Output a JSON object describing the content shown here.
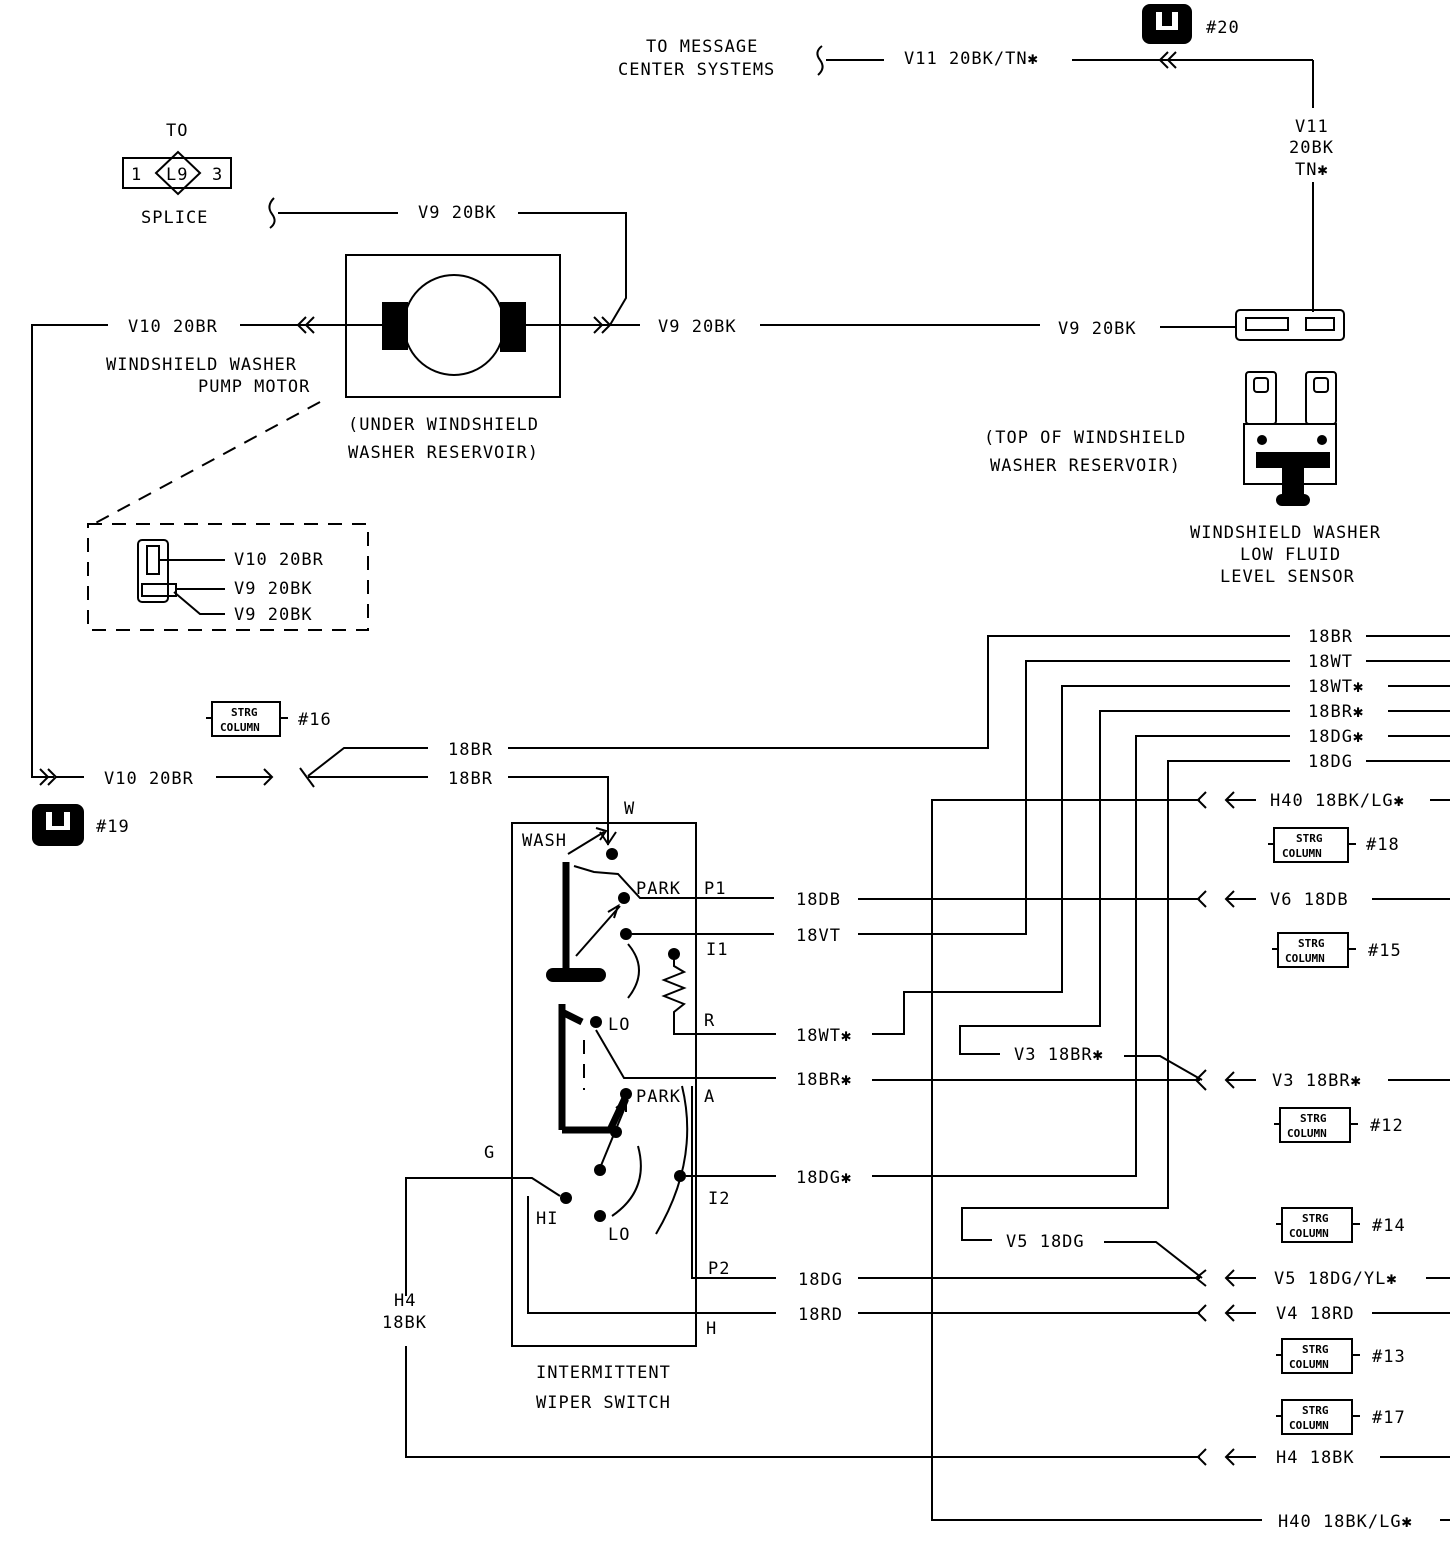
{
  "labels": {
    "to_message": "TO MESSAGE",
    "center_systems": "CENTER SYSTEMS",
    "v11_top": "V11 20BK/TN✱",
    "ref20": "#20",
    "v11_a": "V11",
    "v11_b": "20BK",
    "v11_c": "TN✱",
    "to": "TO",
    "splice_left": "1",
    "splice_mid": "L9",
    "splice_right": "3",
    "splice": "SPLICE",
    "v9_top": "V9 20BK",
    "v10_left": "V10 20BR",
    "v9_mid": "V9 20BK",
    "v9_right": "V9 20BK",
    "pump_1": "WINDSHIELD WASHER",
    "pump_2": "PUMP MOTOR",
    "under_1": "(UNDER WINDSHIELD",
    "under_2": "WASHER RESERVOIR)",
    "top_1": "(TOP OF WINDSHIELD",
    "top_2": "WASHER RESERVOIR)",
    "sensor_1": "WINDSHIELD WASHER",
    "sensor_2": "LOW FLUID",
    "sensor_3": "LEVEL SENSOR",
    "conn_v10": "V10 20BR",
    "conn_v9a": "V9 20BK",
    "conn_v9b": "V9 20BK",
    "strg": "STRG",
    "column": "COLUMN",
    "ref16": "#16",
    "ref19": "#19",
    "ref18": "#18",
    "ref15": "#15",
    "ref12": "#12",
    "ref14": "#14",
    "ref13": "#13",
    "ref17": "#17",
    "r_18br": "18BR",
    "r_18wt": "18WT",
    "r_18wt_s": "18WT✱",
    "r_18br_s": "18BR✱",
    "r_18dg_s": "18DG✱",
    "r_18dg": "18DG",
    "h40_a": "H40 18BK/LG✱",
    "v6": "V6 18DB",
    "v3_r": "V3 18BR✱",
    "v3_l": "V3 18BR✱",
    "v5_r": "V5 18DG/YL✱",
    "v5_l": "V5 18DG",
    "v4": "V4 18RD",
    "h4_r": "H4 18BK",
    "h40_b": "H40 18BK/LG✱",
    "v10_bottom": "V10 20BR",
    "w_18br_a": "18BR",
    "w_18br_b": "18BR",
    "sw_w": "W",
    "sw_wash": "WASH",
    "sw_park1": "PARK",
    "sw_p1": "P1",
    "sw_i1": "I1",
    "sw_r": "R",
    "sw_lo1": "LO",
    "sw_park2": "PARK",
    "sw_a": "A",
    "sw_g": "G",
    "sw_hi": "HI",
    "sw_lo2": "LO",
    "sw_i2": "I2",
    "sw_p2": "P2",
    "sw_h": "H",
    "sw_18db": "18DB",
    "sw_18vt": "18VT",
    "sw_18wt_s": "18WT✱",
    "sw_18br_s": "18BR✱",
    "sw_18dg_s": "18DG✱",
    "sw_18dg": "18DG",
    "sw_18rd": "18RD",
    "h4_a": "H4",
    "h4_b": "18BK",
    "switch_1": "INTERMITTENT",
    "switch_2": "WIPER SWITCH"
  }
}
